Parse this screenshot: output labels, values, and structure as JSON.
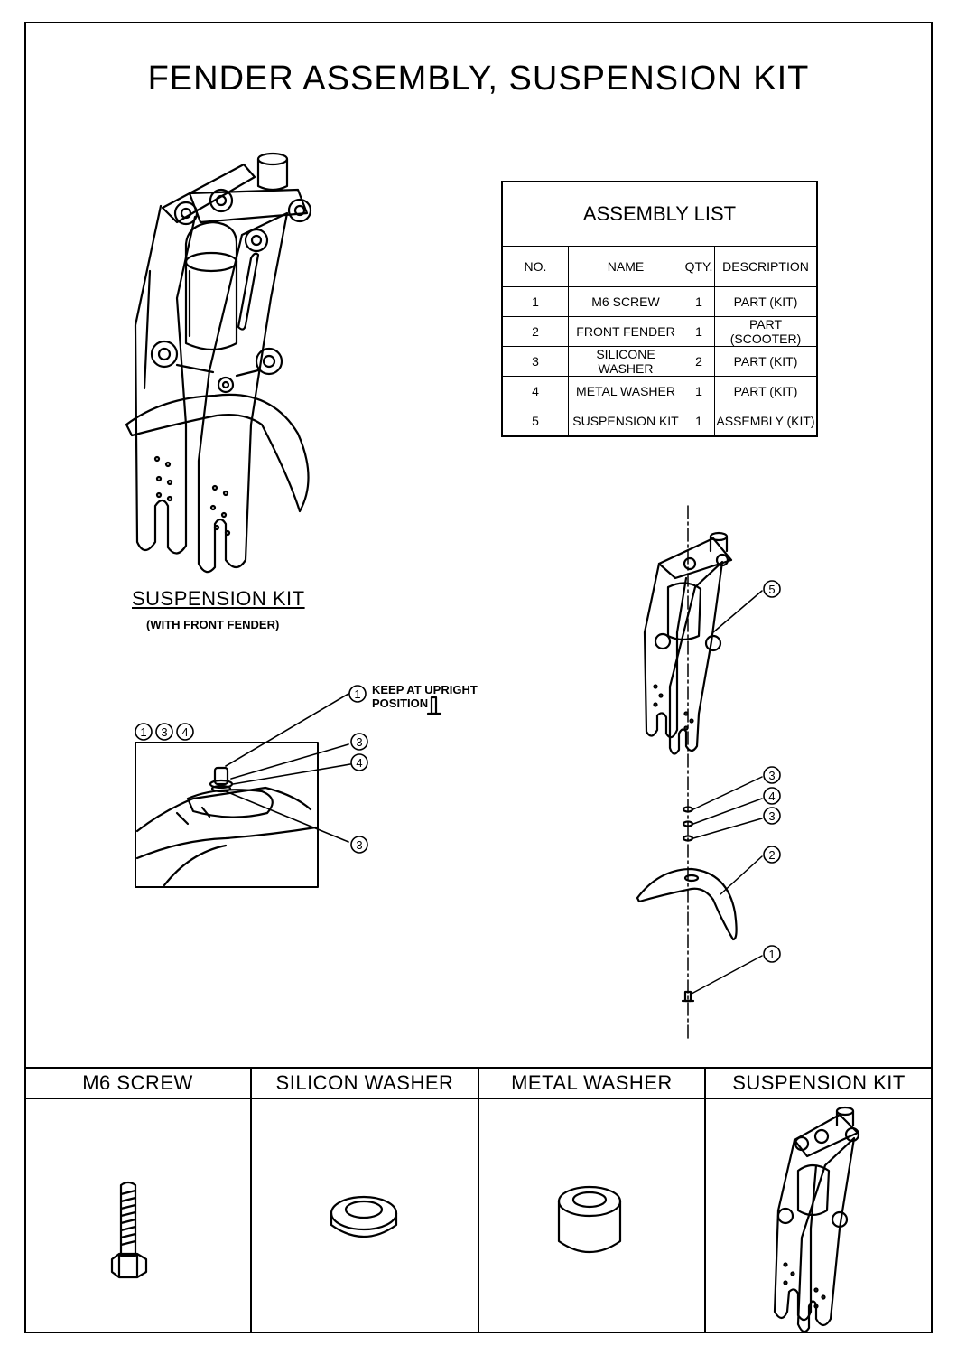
{
  "title": "FENDER ASSEMBLY, SUSPENSION KIT",
  "assembly_list": {
    "caption": "ASSEMBLY LIST",
    "headers": [
      "NO.",
      "NAME",
      "QTY.",
      "DESCRIPTION"
    ],
    "rows": [
      [
        "1",
        "M6 SCREW",
        "1",
        "PART (KIT)"
      ],
      [
        "2",
        "FRONT FENDER",
        "1",
        "PART (SCOOTER)"
      ],
      [
        "3",
        "SILICONE WASHER",
        "2",
        "PART (KIT)"
      ],
      [
        "4",
        "METAL WASHER",
        "1",
        "PART (KIT)"
      ],
      [
        "5",
        "SUSPENSION KIT",
        "1",
        "ASSEMBLY (KIT)"
      ]
    ]
  },
  "suspension_view": {
    "caption": "SUSPENSION KIT",
    "subcaption": "(WITH FRONT FENDER)"
  },
  "detail_view": {
    "callouts": [
      "1",
      "3",
      "4"
    ],
    "note_line1": "KEEP AT UPRIGHT",
    "note_line2": "POSITION",
    "labels": [
      "1",
      "3",
      "4",
      "3"
    ]
  },
  "exploded_view": {
    "labels": [
      "5",
      "3",
      "4",
      "3",
      "2",
      "1"
    ]
  },
  "parts_bar": {
    "headers": [
      "M6 SCREW",
      "SILICON WASHER",
      "METAL WASHER",
      "SUSPENSION KIT"
    ]
  }
}
